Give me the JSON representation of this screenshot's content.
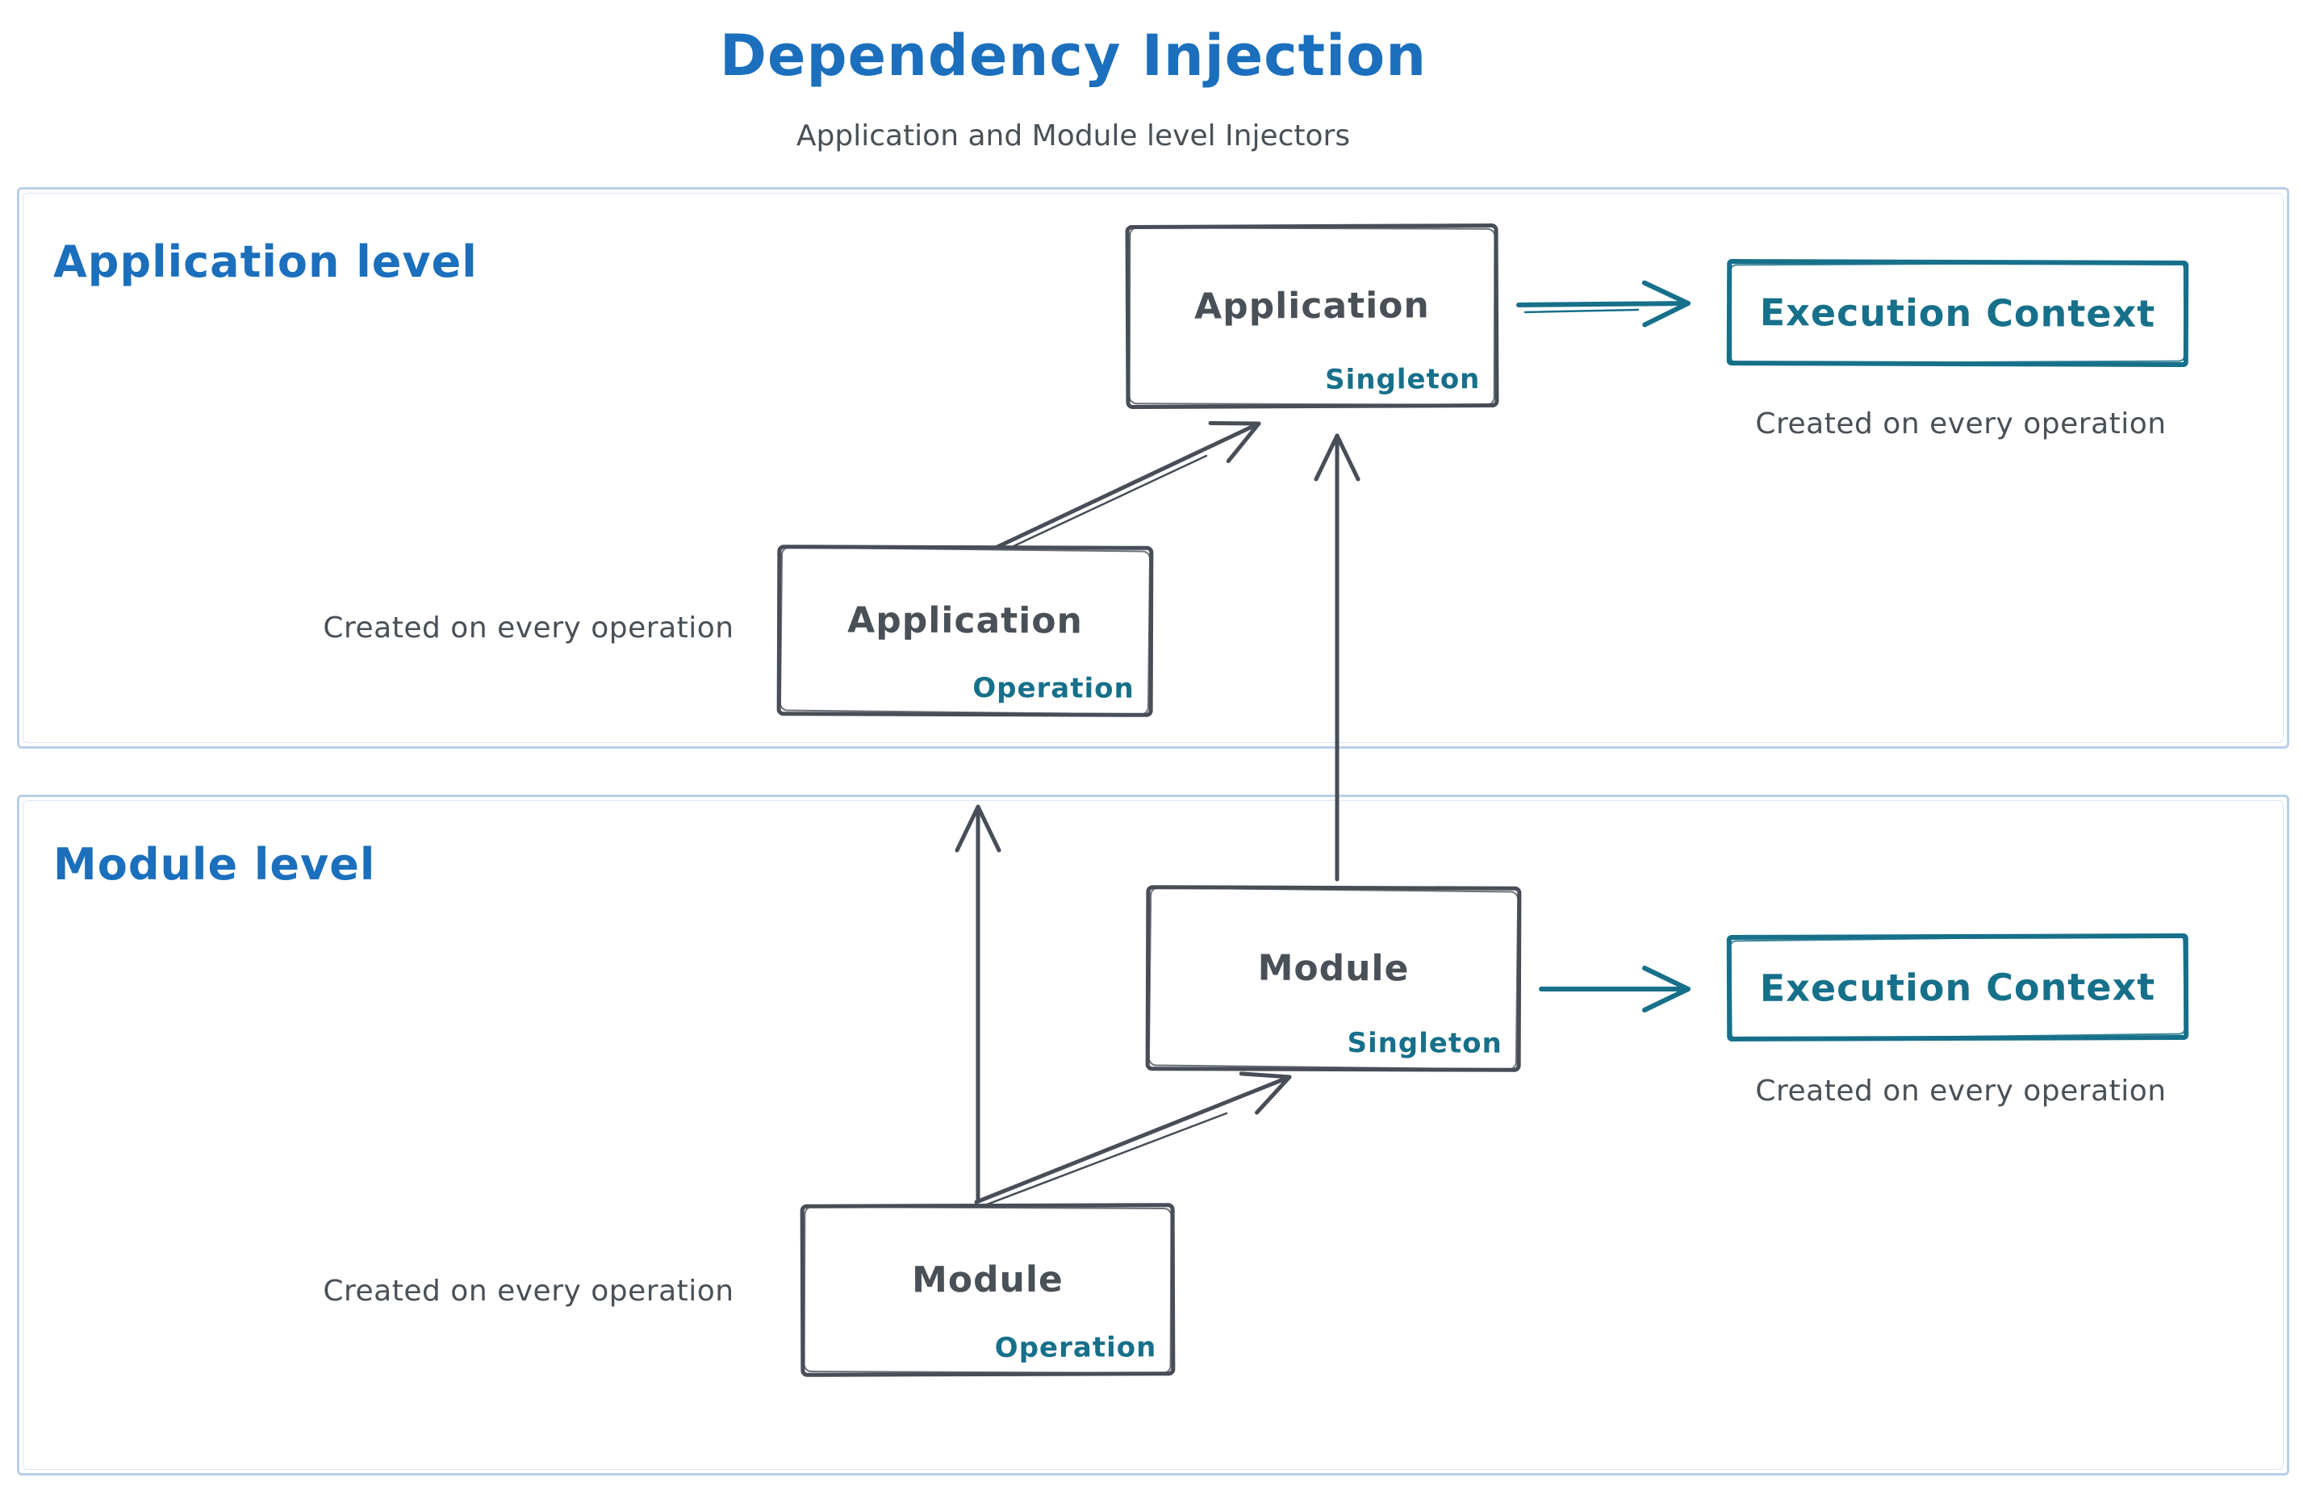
{
  "title": "Dependency Injection",
  "subtitle": "Application and Module level Injectors",
  "colors": {
    "blue": "#1b6fbd",
    "teal": "#17708a",
    "slate": "#495057",
    "box_border": "#474e57",
    "panel_border": "#b9cfe9"
  },
  "panels": {
    "application": {
      "label": "Application level"
    },
    "module": {
      "label": "Module level"
    }
  },
  "nodes": {
    "app_singleton": {
      "title": "Application",
      "badge": "Singleton"
    },
    "app_operation": {
      "title": "Application",
      "badge": "Operation"
    },
    "module_singleton": {
      "title": "Module",
      "badge": "Singleton"
    },
    "module_operation": {
      "title": "Module",
      "badge": "Operation"
    },
    "app_execution_context": {
      "title": "Execution Context"
    },
    "module_execution_context": {
      "title": "Execution Context"
    }
  },
  "captions": {
    "app_ec_note": "Created on every operation",
    "app_op_note": "Created on every operation",
    "module_ec_note": "Created on every operation",
    "module_op_note": "Created on every operation"
  }
}
